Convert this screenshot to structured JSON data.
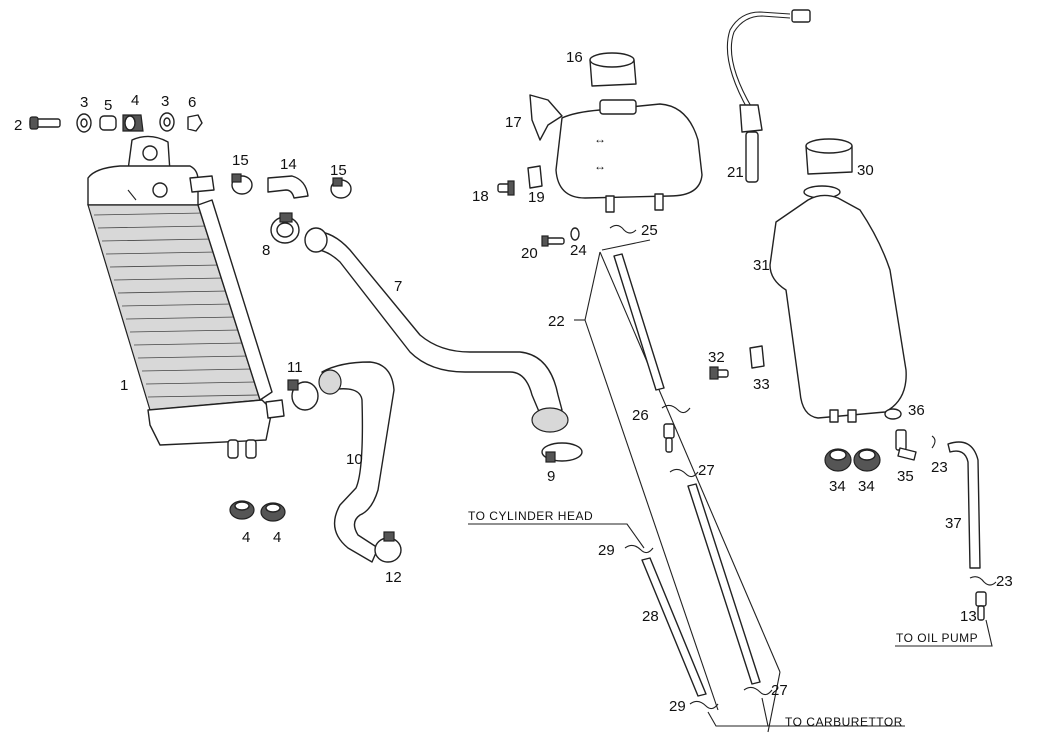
{
  "callouts": {
    "radiator": "1",
    "screw_2": "2",
    "washer_3a": "3",
    "bushing_4": "4",
    "spacer_5": "5",
    "washer_3b": "3",
    "nut_6": "6",
    "hose_7": "7",
    "clamp_8": "8",
    "clamp_9": "9",
    "hose_10": "10",
    "clamp_11": "11",
    "clamp_12": "12",
    "fitting_13": "13",
    "elbow_14": "14",
    "clamp_15a": "15",
    "clamp_15b": "15",
    "cap_16": "16",
    "tank_17": "17",
    "screw_18": "18",
    "clip_19": "19",
    "screw_20": "20",
    "sender_21": "21",
    "hose_22": "22",
    "clip_23a": "23",
    "clip_23b": "23",
    "washer_24": "24",
    "clip_25": "25",
    "clip_26": "26",
    "clip_27a": "27",
    "clip_27b": "27",
    "hose_28": "28",
    "clip_29a": "29",
    "clip_29b": "29",
    "cap_30": "30",
    "tank_31": "31",
    "screw_32": "32",
    "clip_33": "33",
    "grommet_34a": "34",
    "grommet_34b": "34",
    "valve_35": "35",
    "clip_36": "36",
    "hose_37": "37",
    "grommet_4a": "4",
    "grommet_4b": "4"
  },
  "labels": {
    "to_cylinder_head": "TO CYLINDER HEAD",
    "to_carburettor": "TO CARBURETTOR",
    "to_oil_pump": "TO OIL PUMP"
  }
}
